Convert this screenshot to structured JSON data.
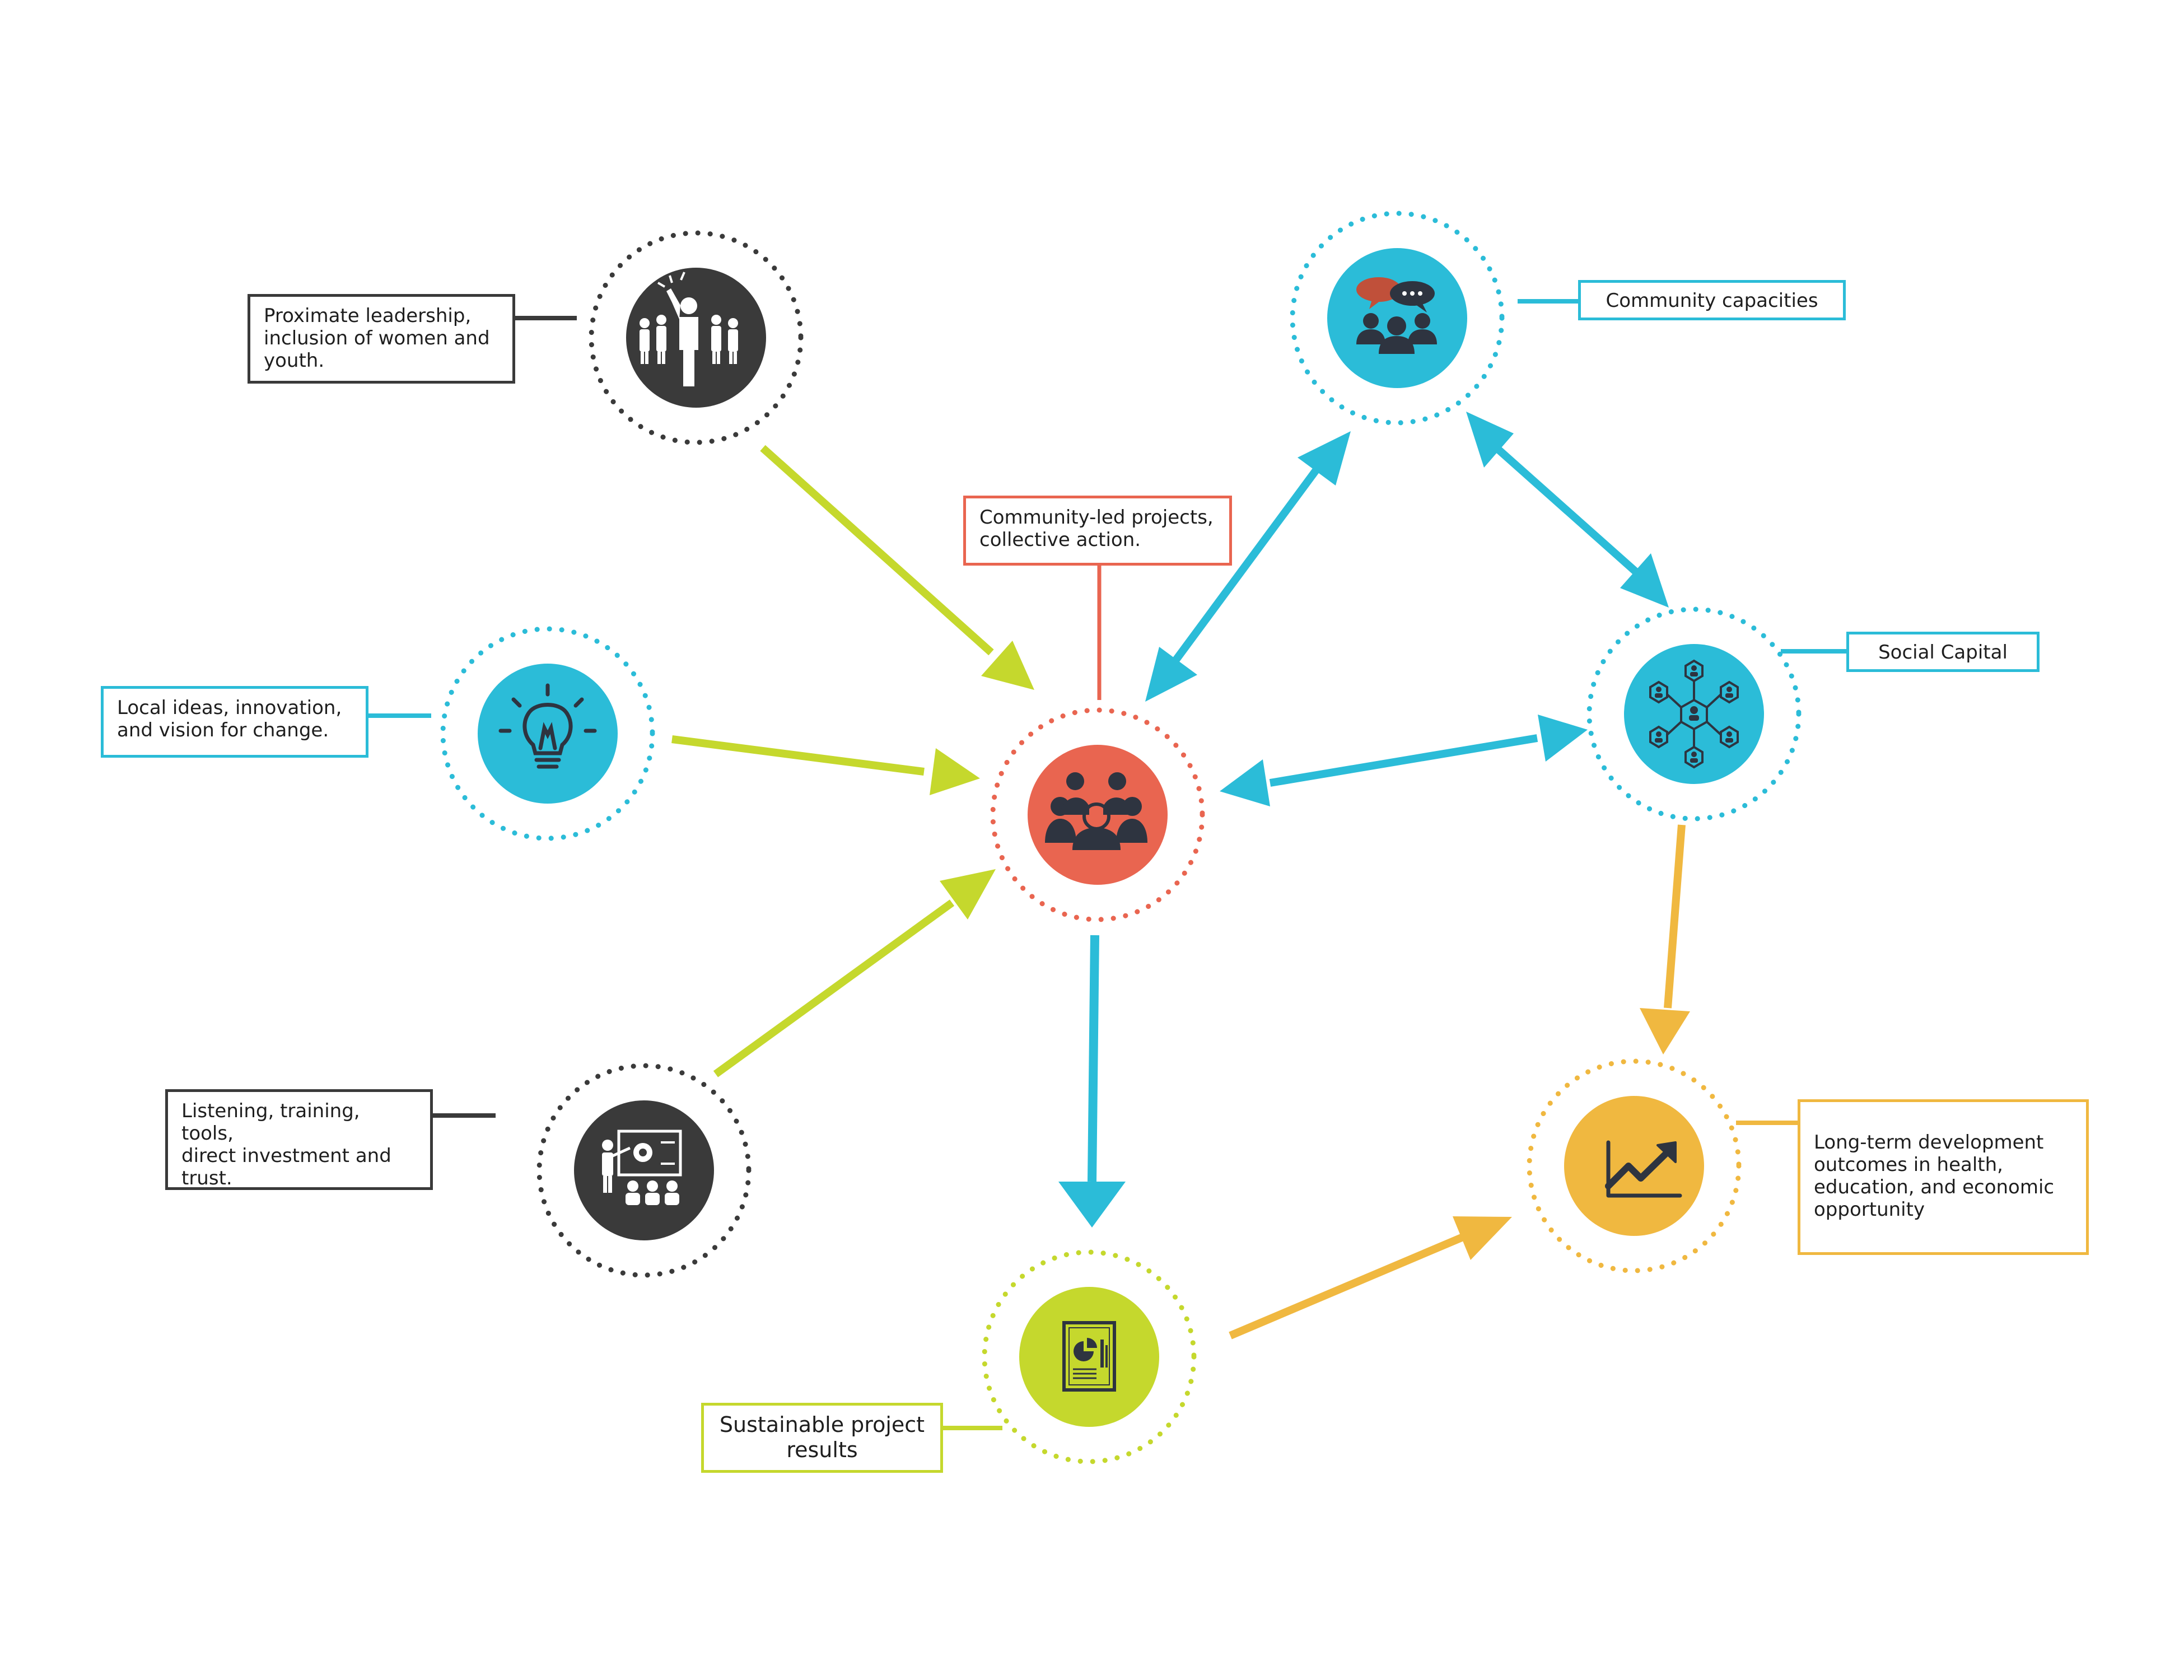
{
  "colors": {
    "green": "#c5d82d",
    "blue": "#2bbcd8",
    "red": "#e96550",
    "orange": "#f0b840",
    "dark": "#3a3a3a"
  },
  "nodes": {
    "leadership": {
      "icon": "leader-with-group-icon",
      "label": "Proximate leadership, inclusion of women and youth."
    },
    "ideas": {
      "icon": "lightbulb-icon",
      "label": "Local ideas, innovation, and vision for change."
    },
    "listening": {
      "icon": "training-presentation-icon",
      "label": "Listening, training, tools, direct investment and trust."
    },
    "community_projects": {
      "icon": "community-group-icon",
      "label": "Community-led projects, collective action."
    },
    "capacities": {
      "icon": "discussion-group-icon",
      "label": "Community capacities"
    },
    "social_capital": {
      "icon": "network-icon",
      "label": "Social Capital"
    },
    "results": {
      "icon": "report-document-icon",
      "label": "Sustainable project results"
    },
    "outcomes": {
      "icon": "growth-chart-icon",
      "label": "Long-term development outcomes in health, education, and economic opportunity"
    }
  },
  "labels": {
    "leadership": [
      "Proximate leadership,",
      "inclusion of women and",
      "youth."
    ],
    "ideas": [
      "Local ideas, innovation,",
      "and vision for change."
    ],
    "listening": [
      "Listening, training, tools,",
      "direct investment and",
      "trust."
    ],
    "community_projects": [
      "Community-led projects,",
      "collective action."
    ],
    "capacities": [
      "Community capacities"
    ],
    "social_capital": [
      "Social Capital"
    ],
    "results": [
      "Sustainable project",
      "results"
    ],
    "outcomes": [
      "Long-term development",
      "outcomes in health,",
      "education, and economic",
      "opportunity"
    ]
  }
}
